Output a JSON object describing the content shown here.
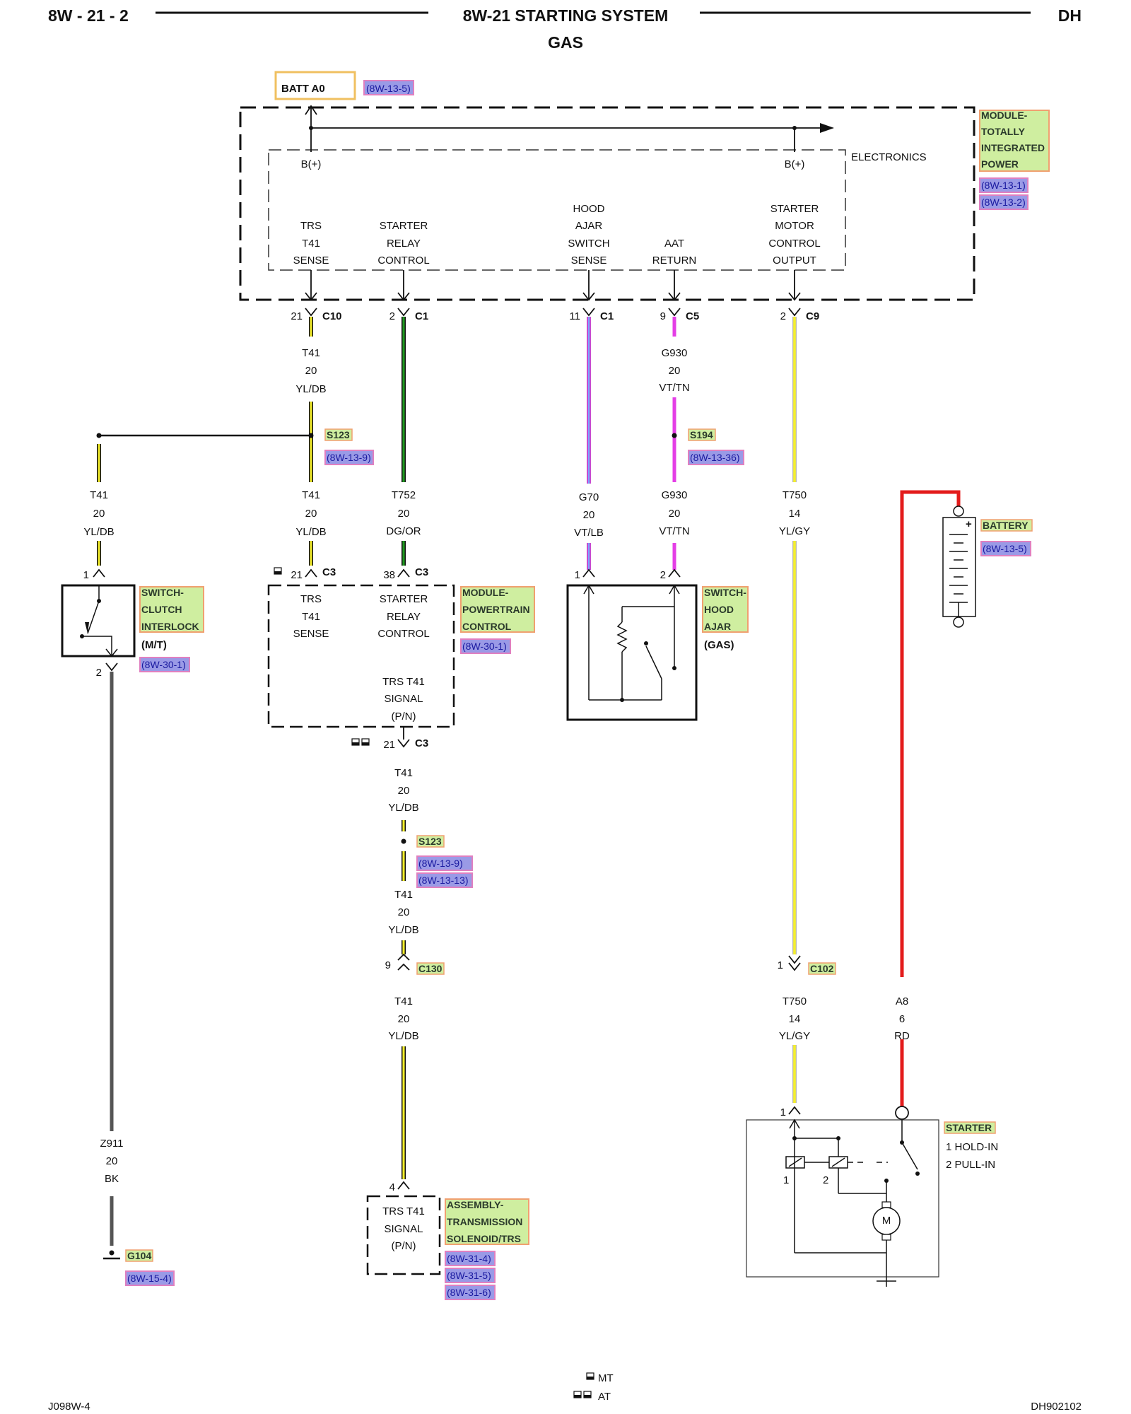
{
  "header": {
    "page_id": "8W - 21 - 2",
    "title": "8W-21 STARTING SYSTEM",
    "subtitle": "GAS",
    "model": "DH"
  },
  "footer": {
    "left_code": "J098W-4",
    "right_code": "DH902102",
    "legend_mt": "MT",
    "legend_at": "AT"
  },
  "tipm": {
    "batt_label": "BATT A0",
    "batt_ref": "(8W-13-5)",
    "name_lines": [
      "MODULE-",
      "TOTALLY",
      "INTEGRATED",
      "POWER"
    ],
    "refs": [
      "(8W-13-1)",
      "(8W-13-2)"
    ],
    "electronics": "ELECTRONICS",
    "bplus_left": "B(+)",
    "bplus_right": "B(+)",
    "pins": [
      {
        "lines": [
          "TRS",
          "T41",
          "SENSE"
        ],
        "cav": "21",
        "conn": "C10"
      },
      {
        "lines": [
          "STARTER",
          "RELAY",
          "CONTROL"
        ],
        "cav": "2",
        "conn": "C1"
      },
      {
        "lines": [
          "HOOD",
          "AJAR",
          "SWITCH",
          "SENSE"
        ],
        "cav": "11",
        "conn": "C1"
      },
      {
        "lines": [
          "AAT",
          "RETURN"
        ],
        "cav": "9",
        "conn": "C5"
      },
      {
        "lines": [
          "STARTER",
          "MOTOR",
          "CONTROL",
          "OUTPUT"
        ],
        "cav": "2",
        "conn": "C9"
      }
    ]
  },
  "wires": {
    "t41_top": [
      "T41",
      "20",
      "YL/DB"
    ],
    "g930_top": [
      "G930",
      "20",
      "VT/TN"
    ],
    "t41_clutch": [
      "T41",
      "20",
      "YL/DB"
    ],
    "t41_pcm": [
      "T41",
      "20",
      "YL/DB"
    ],
    "t752": [
      "T752",
      "20",
      "DG/OR"
    ],
    "g70": [
      "G70",
      "20",
      "VT/LB"
    ],
    "g930_mid": [
      "G930",
      "20",
      "VT/TN"
    ],
    "t750_top": [
      "T750",
      "14",
      "YL/GY"
    ],
    "t41_pcm_out": [
      "T41",
      "20",
      "YL/DB"
    ],
    "t41_c130_top": [
      "T41",
      "20",
      "YL/DB"
    ],
    "t41_c130_bot": [
      "T41",
      "20",
      "YL/DB"
    ],
    "t750_bot": [
      "T750",
      "14",
      "YL/GY"
    ],
    "a8": [
      "A8",
      "6",
      "RD"
    ],
    "z911": [
      "Z911",
      "20",
      "BK"
    ]
  },
  "splices": {
    "s123_top": {
      "name": "S123",
      "ref": "(8W-13-9)"
    },
    "s194": {
      "name": "S194",
      "ref": "(8W-13-36)"
    },
    "s123_bot": {
      "name": "S123",
      "refs": [
        "(8W-13-9)",
        "(8W-13-13)"
      ]
    }
  },
  "clutch": {
    "name_lines": [
      "SWITCH-",
      "CLUTCH",
      "INTERLOCK"
    ],
    "variant": "(M/T)",
    "ref": "(8W-30-1)",
    "pin_top": "1",
    "pin_bot": "2"
  },
  "pcm": {
    "name_lines": [
      "MODULE-",
      "POWERTRAIN",
      "CONTROL"
    ],
    "ref": "(8W-30-1)",
    "in1_lines": [
      "TRS",
      "T41",
      "SENSE"
    ],
    "in2_lines": [
      "STARTER",
      "RELAY",
      "CONTROL"
    ],
    "out_lines": [
      "TRS T41",
      "SIGNAL",
      "(P/N)"
    ],
    "in1_cav": "21",
    "in1_conn": "C3",
    "in2_cav": "38",
    "in2_conn": "C3",
    "out_cav": "21",
    "out_conn": "C3"
  },
  "hood": {
    "name_lines": [
      "SWITCH-",
      "HOOD",
      "AJAR"
    ],
    "variant": "(GAS)",
    "pin1": "1",
    "pin2": "2"
  },
  "battery": {
    "name": "BATTERY",
    "ref": "(8W-13-5)"
  },
  "c130": {
    "cav": "9",
    "conn": "C130"
  },
  "c102": {
    "cav": "1",
    "conn": "C102"
  },
  "ground": {
    "name": "G104",
    "ref": "(8W-15-4)"
  },
  "trs": {
    "name_lines": [
      "ASSEMBLY-",
      "TRANSMISSION",
      "SOLENOID/TRS"
    ],
    "refs": [
      "(8W-31-4)",
      "(8W-31-5)",
      "(8W-31-6)"
    ],
    "lines": [
      "TRS T41",
      "SIGNAL",
      "(P/N)"
    ],
    "pin": "4"
  },
  "starter": {
    "name": "STARTER",
    "legend": [
      "1 HOLD-IN",
      "2 PULL-IN"
    ],
    "pin": "1",
    "coil1": "1",
    "coil2": "2",
    "motor": "M"
  }
}
